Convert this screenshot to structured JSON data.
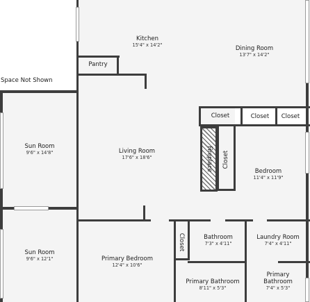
{
  "plan": {
    "note": "Space Not Shown",
    "rooms": [
      {
        "id": "kitchen",
        "name": "Kitchen",
        "dims": "15'4\" x 14'2\""
      },
      {
        "id": "dining-room",
        "name": "Dining Room",
        "dims": "13'7\" x 14'2\""
      },
      {
        "id": "pantry",
        "name": "Pantry",
        "dims": ""
      },
      {
        "id": "sun-room-1",
        "name": "Sun Room",
        "dims": "9'6\" x 14'8\""
      },
      {
        "id": "living-room",
        "name": "Living Room",
        "dims": "17'6\" x 18'6\""
      },
      {
        "id": "bedroom",
        "name": "Bedroom",
        "dims": "11'4\" x 11'9\""
      },
      {
        "id": "sun-room-2",
        "name": "Sun Room",
        "dims": "9'6\" x 12'1\""
      },
      {
        "id": "primary-bedroom",
        "name": "Primary Bedroom",
        "dims": "12'4\" x 10'6\""
      },
      {
        "id": "bathroom",
        "name": "Bathroom",
        "dims": "7'3\" x 4'11\""
      },
      {
        "id": "laundry-room",
        "name": "Laundry Room",
        "dims": "7'4\" x 4'11\""
      },
      {
        "id": "primary-bathroom-1",
        "name": "Primary Bathroom",
        "dims": "8'11\" x 5'3\""
      },
      {
        "id": "primary-bathroom-2",
        "name": "Primary\nBathroom",
        "dims": "7'4\" x 5'3\""
      }
    ],
    "closets": {
      "c1": "Closet",
      "c2": "Closet",
      "c3": "Closet",
      "c4": "Closet",
      "c5": "Closet"
    },
    "fireplace": "Fireplace"
  }
}
